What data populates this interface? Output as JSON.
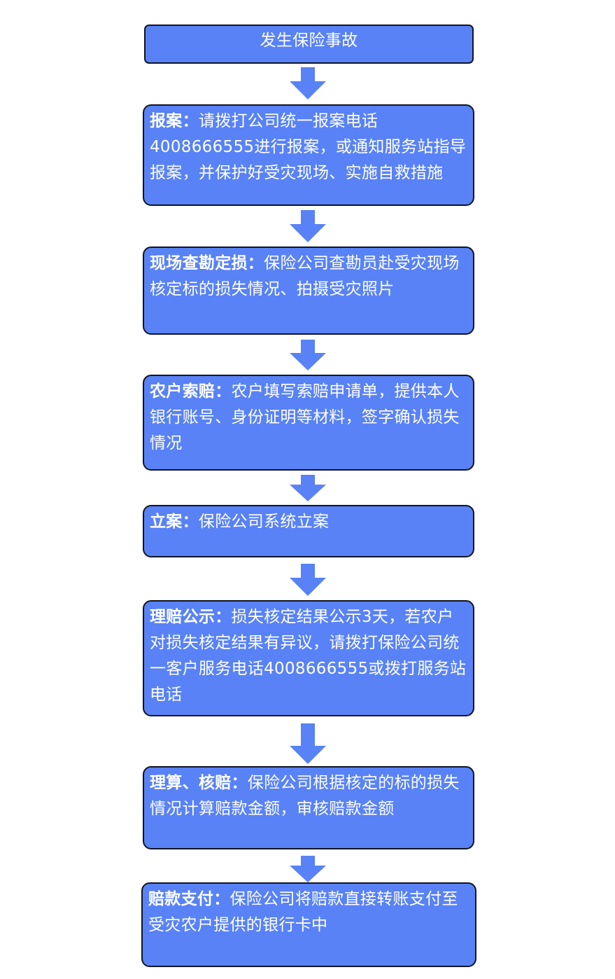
{
  "colors": {
    "box_fill": "#5882f6",
    "box_border": "#111522",
    "arrow": "#5882f6",
    "text": "#ffffff"
  },
  "steps": [
    {
      "title": "发生保险事故"
    },
    {
      "lead": "报案：",
      "text": "请拨打公司统一报案电话4008666555进行报案，或通知服务站指导报案，并保护好受灾现场、实施自救措施"
    },
    {
      "lead": "现场查勘定损：",
      "text": "保险公司查勘员赴受灾现场核定标的损失情况、拍摄受灾照片"
    },
    {
      "lead": "农户索赔：",
      "text": "农户填写索赔申请单，提供本人银行账号、身份证明等材料，签字确认损失情况"
    },
    {
      "lead": "立案：",
      "text": "保险公司系统立案"
    },
    {
      "lead": "理赔公示：",
      "text": "损失核定结果公示3天，若农户对损失核定结果有异议，请拨打保险公司统一客户服务电话4008666555或拨打服务站电话"
    },
    {
      "lead": "理算、核赔：",
      "text": "保险公司根据核定的标的损失情况计算赔款金额，审核赔款金额"
    },
    {
      "lead": "赔款支付：",
      "text": "保险公司将赔款直接转账支付至受灾农户提供的银行卡中"
    }
  ],
  "connectors": [
    {
      "from": 0,
      "to": 1,
      "icon": "down-arrow-icon"
    },
    {
      "from": 1,
      "to": 2,
      "icon": "down-arrow-icon"
    },
    {
      "from": 2,
      "to": 3,
      "icon": "down-arrow-icon"
    },
    {
      "from": 3,
      "to": 4,
      "icon": "down-arrow-icon"
    },
    {
      "from": 4,
      "to": 5,
      "icon": "down-arrow-icon"
    },
    {
      "from": 5,
      "to": 6,
      "icon": "down-arrow-icon"
    },
    {
      "from": 6,
      "to": 7,
      "icon": "down-arrow-icon"
    }
  ]
}
